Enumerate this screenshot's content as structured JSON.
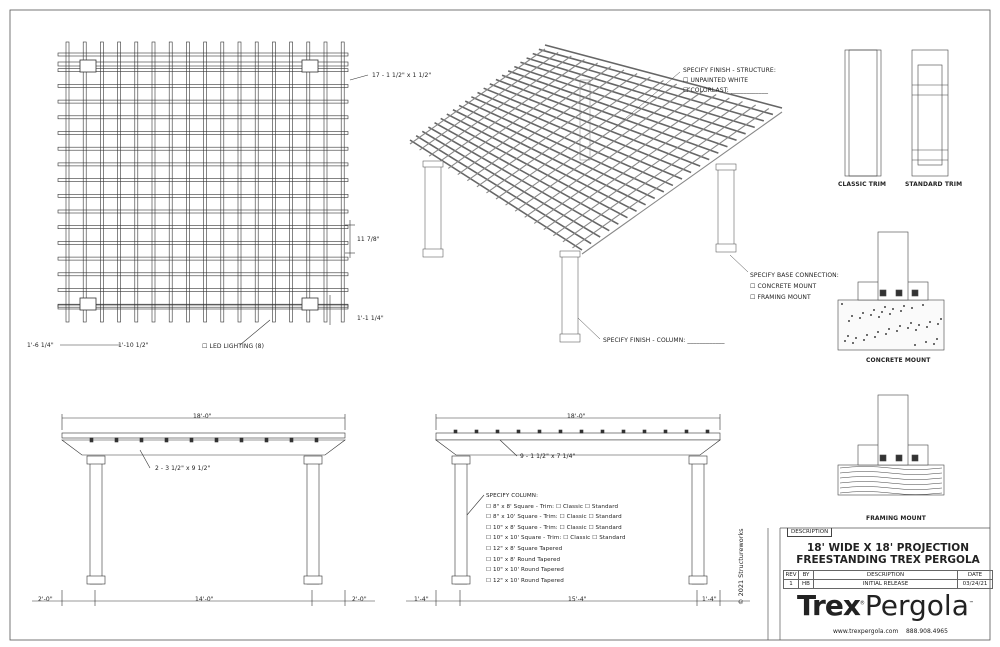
{
  "plan": {
    "slats_label": "17 - 1 1/2\" x 1 1/2\"",
    "spacing_label": "11 7/8\"",
    "overhang_label": "1'-1 1/4\"",
    "left_dim": "1'-6 1/4\"",
    "rafter_dim": "1'-10 1/2\"",
    "led_label": "LED LIGHTING (8)"
  },
  "perspective": {
    "finish_structure": {
      "title": "SPECIFY FINISH - STRUCTURE:",
      "options": [
        "UNPAINTED WHITE",
        "COLORLAST: ____________"
      ]
    },
    "base_connection": {
      "title": "SPECIFY BASE CONNECTION:",
      "options": [
        "CONCRETE MOUNT",
        "FRAMING MOUNT"
      ]
    },
    "finish_column": "SPECIFY FINISH - COLUMN: ____________"
  },
  "details": {
    "classic_trim": "CLASSIC TRIM",
    "standard_trim": "STANDARD TRIM",
    "concrete_mount": "CONCRETE MOUNT",
    "framing_mount": "FRAMING MOUNT"
  },
  "elevation_left": {
    "overall": "18'-0\"",
    "beam_label": "2 - 3 1/2\" x 9 1/2\"",
    "dims": [
      "2'-0\"",
      "14'-0\"",
      "2'-0\""
    ]
  },
  "elevation_right": {
    "overall": "18'-0\"",
    "rafter_label": "9 - 1 1/2\" x 7 1/4\"",
    "dims": [
      "1'-4\"",
      "15'-4\"",
      "1'-4\""
    ],
    "column_spec": {
      "title": "SPECIFY COLUMN:",
      "options": [
        "☐ 8\" x 8' Square - Trim: ☐ Classic ☐ Standard",
        "☐ 8\" x 10' Square - Trim: ☐ Classic ☐ Standard",
        "☐ 10\" x 8' Square - Trim: ☐ Classic ☐ Standard",
        "☐ 10\" x 10' Square - Trim: ☐ Classic ☐ Standard",
        "☐ 12\" x 8' Square Tapered",
        "☐ 10\" x 8' Round Tapered",
        "☐ 10\" x 10' Round Tapered",
        "☐ 12\" x 10' Round Tapered"
      ]
    }
  },
  "title_block": {
    "description_tab": "DESCRIPTION",
    "title_line1": "18' WIDE X 18' PROJECTION",
    "title_line2": "FREESTANDING TREX PERGOLA",
    "rev_headers": [
      "REV",
      "BY",
      "DESCRIPTION",
      "DATE"
    ],
    "rev_row": [
      "1",
      "HB",
      "INITIAL RELEASE",
      "03/24/21"
    ],
    "logo_trex": "Trex",
    "logo_pergola": "Pergola",
    "website": "www.trexpergola.com",
    "phone": "888.908.4965",
    "copyright": "© 2021 Structureworks"
  }
}
